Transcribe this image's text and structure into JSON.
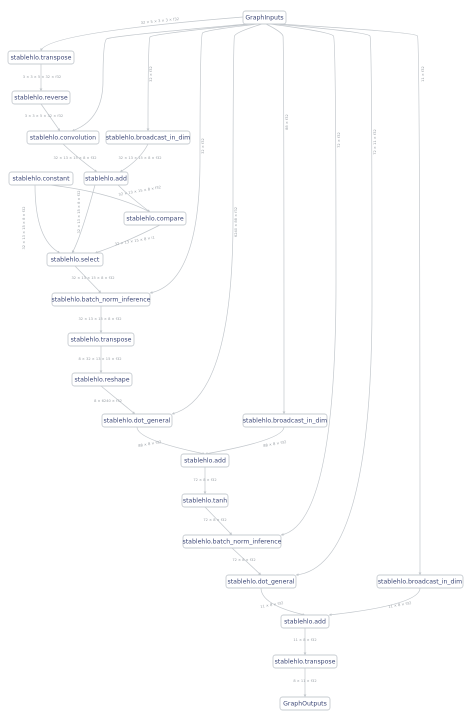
{
  "nodes": [
    {
      "id": "inputs",
      "label": "GraphInputs"
    },
    {
      "id": "transpose1",
      "label": "stablehlo.transpose"
    },
    {
      "id": "reverse",
      "label": "stablehlo.reverse"
    },
    {
      "id": "conv",
      "label": "stablehlo.convolution"
    },
    {
      "id": "bcast1",
      "label": "stablehlo.broadcast_in_dim"
    },
    {
      "id": "constant",
      "label": "stablehlo.constant"
    },
    {
      "id": "add1",
      "label": "stablehlo.add"
    },
    {
      "id": "compare",
      "label": "stablehlo.compare"
    },
    {
      "id": "select",
      "label": "stablehlo.select"
    },
    {
      "id": "bni1",
      "label": "stablehlo.batch_norm_inference"
    },
    {
      "id": "transpose2",
      "label": "stablehlo.transpose"
    },
    {
      "id": "reshape",
      "label": "stablehlo.reshape"
    },
    {
      "id": "dot1",
      "label": "stablehlo.dot_general"
    },
    {
      "id": "bcast2",
      "label": "stablehlo.broadcast_in_dim"
    },
    {
      "id": "add2",
      "label": "stablehlo.add"
    },
    {
      "id": "tanh",
      "label": "stablehlo.tanh"
    },
    {
      "id": "bni2",
      "label": "stablehlo.batch_norm_inference"
    },
    {
      "id": "dot2",
      "label": "stablehlo.dot_general"
    },
    {
      "id": "bcast3",
      "label": "stablehlo.broadcast_in_dim"
    },
    {
      "id": "add3",
      "label": "stablehlo.add"
    },
    {
      "id": "transpose3",
      "label": "stablehlo.transpose"
    },
    {
      "id": "outputs",
      "label": "GraphOutputs"
    }
  ],
  "edges": [
    {
      "from": "inputs",
      "to": "transpose1",
      "label": "32 × 5 × 3 × 3 × f32"
    },
    {
      "from": "transpose1",
      "to": "reverse",
      "label": "3 × 3 × 5 × 32 × f32"
    },
    {
      "from": "reverse",
      "to": "conv",
      "label": "3 × 3 × 5 × 32 × f32"
    },
    {
      "from": "inputs",
      "to": "conv",
      "label": ""
    },
    {
      "from": "inputs",
      "to": "bcast1",
      "label": "32 × f32"
    },
    {
      "from": "conv",
      "to": "add1",
      "label": "32 × 13 × 15 × 8 × f32"
    },
    {
      "from": "bcast1",
      "to": "add1",
      "label": "32 × 13 × 15 × 8 × f32"
    },
    {
      "from": "add1",
      "to": "compare",
      "label": "32 × 13 × 15 × 8 × f32"
    },
    {
      "from": "constant",
      "to": "compare",
      "label": ""
    },
    {
      "from": "constant",
      "to": "select",
      "label": "32 × 13 × 15 × 8 × f32"
    },
    {
      "from": "add1",
      "to": "select",
      "label": "32 × 13 × 15 × 8 × f32"
    },
    {
      "from": "compare",
      "to": "select",
      "label": "32 × 13 × 15 × 8 × i1"
    },
    {
      "from": "select",
      "to": "bni1",
      "label": "32 × 13 × 15 × 8 × f32"
    },
    {
      "from": "inputs",
      "to": "bni1",
      "label": "32 × f32"
    },
    {
      "from": "bni1",
      "to": "transpose2",
      "label": "32 × 13 × 15 × 8 × f32"
    },
    {
      "from": "transpose2",
      "to": "reshape",
      "label": "8 × 32 × 13 × 15 × f32"
    },
    {
      "from": "reshape",
      "to": "dot1",
      "label": "8 × 6240 × f32"
    },
    {
      "from": "inputs",
      "to": "dot1",
      "label": "6240 × 88 × f32"
    },
    {
      "from": "inputs",
      "to": "bcast2",
      "label": "88 × f32"
    },
    {
      "from": "dot1",
      "to": "add2",
      "label": "88 × 8 × f32"
    },
    {
      "from": "bcast2",
      "to": "add2",
      "label": "88 × 8 × f32"
    },
    {
      "from": "add2",
      "to": "tanh",
      "label": "72 × 8 × f32"
    },
    {
      "from": "tanh",
      "to": "bni2",
      "label": "72 × 8 × f32"
    },
    {
      "from": "inputs",
      "to": "bni2",
      "label": "72 × f32"
    },
    {
      "from": "bni2",
      "to": "dot2",
      "label": "72 × 8 × f32"
    },
    {
      "from": "inputs",
      "to": "dot2",
      "label": "72 × 11 × f32"
    },
    {
      "from": "inputs",
      "to": "bcast3",
      "label": "11 × f32"
    },
    {
      "from": "dot2",
      "to": "add3",
      "label": "11 × 8 × f32"
    },
    {
      "from": "bcast3",
      "to": "add3",
      "label": "11 × 8 × f32"
    },
    {
      "from": "add3",
      "to": "transpose3",
      "label": "11 × 8 × f32"
    },
    {
      "from": "transpose3",
      "to": "outputs",
      "label": "8 × 11 × f32"
    }
  ]
}
